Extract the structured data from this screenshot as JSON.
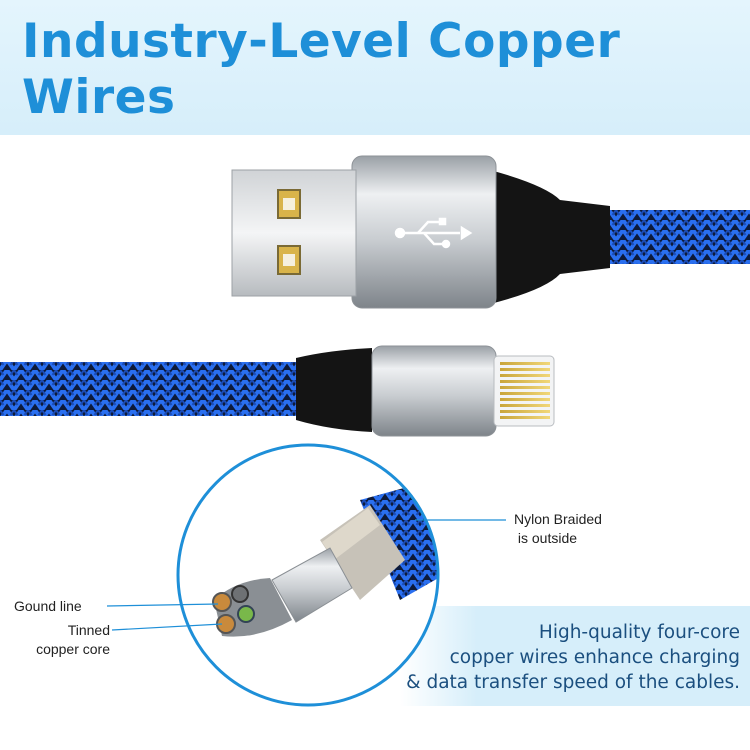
{
  "header": {
    "title": "Industry-Level Copper Wires"
  },
  "labels": {
    "nylon_line1": "Nylon Braided",
    "nylon_line2": " is outside",
    "ground": "Gound line",
    "tinned_line1": "Tinned",
    "tinned_line2": "copper core"
  },
  "description": {
    "line1": "High-quality four-core",
    "line2": "copper wires enhance charging",
    "line3": "& data transfer speed of the cables."
  },
  "colors": {
    "title": "#1e8fd8",
    "braid_blue": "#1f5fd6",
    "braid_dark": "#0d1a3a",
    "band": "#d6eefa"
  }
}
